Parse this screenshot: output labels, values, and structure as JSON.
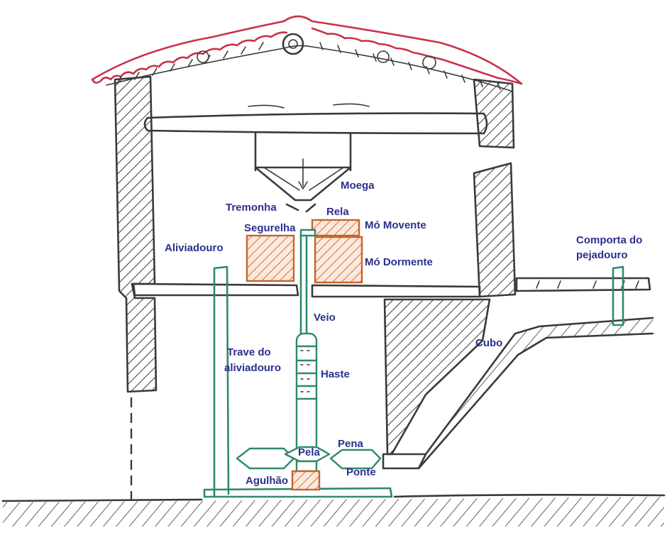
{
  "labels": {
    "moega": "Moega",
    "tremonha": "Tremonha",
    "rela": "Rela",
    "segurelha": "Segurelha",
    "mo_movente": "Mó Movente",
    "mo_dormente": "Mó Dormente",
    "aliviadouro": "Aliviadouro",
    "comporta_line1": "Comporta do",
    "comporta_line2": "pejadouro",
    "veio": "Veio",
    "trave_line1": "Trave do",
    "trave_line2": "aliviadouro",
    "haste": "Haste",
    "cubo": "Cubo",
    "pena": "Pena",
    "pela": "Pela",
    "ponte": "Ponte",
    "agulhao": "Agulhão"
  },
  "colors": {
    "label": "#2b2f8c",
    "ink": "#3a3a3a",
    "roof": "#c8324a",
    "mechanism": "#2e8a6a",
    "stones": "#c8642a"
  }
}
